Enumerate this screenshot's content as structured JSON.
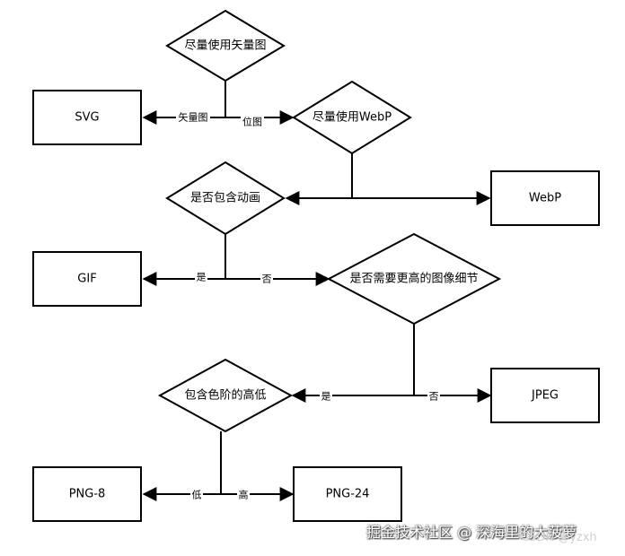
{
  "nodes": {
    "svg_box": "SVG",
    "webp_box": "WebP",
    "gif_box": "GIF",
    "jpeg_box": "JPEG",
    "png8_box": "PNG-8",
    "png24_box": "PNG-24",
    "q_vector": "尽量使用矢量图",
    "q_webp": "尽量使用WebP",
    "q_animation": "是否包含动画",
    "q_detail": "是否需要更高的图像细节",
    "q_colors": "包含色阶的高低"
  },
  "edges": {
    "vector": "矢量图",
    "bitmap": "位图",
    "yes1": "是",
    "no1": "否",
    "yes2": "是",
    "no2": "否",
    "low": "低",
    "high": "高"
  },
  "watermark": {
    "main": "掘金技术社区 @ 深海里的大菠萝",
    "sub": "CSDN @yzxh"
  },
  "colors": {
    "stroke": "#000000",
    "background": "#ffffff"
  }
}
